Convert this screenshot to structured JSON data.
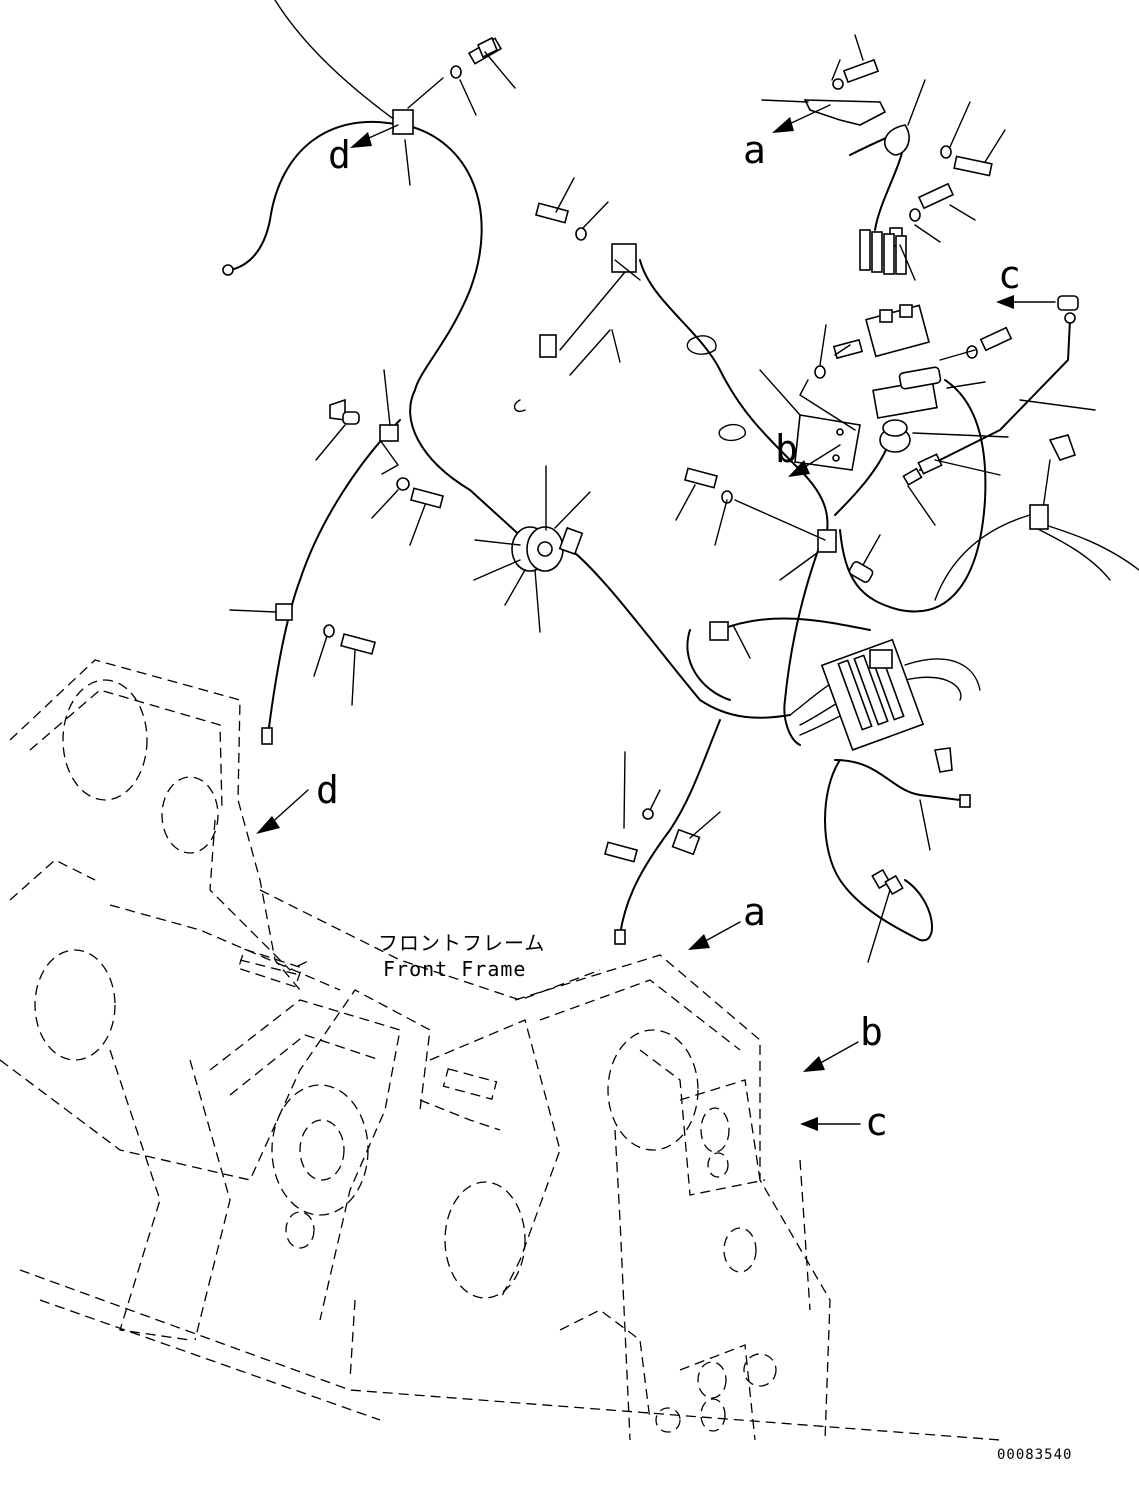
{
  "callouts": {
    "d": "d",
    "a": "a",
    "b": "b",
    "c": "c"
  },
  "frame_label": {
    "jp": "フロントフレーム",
    "en": "Front Frame"
  },
  "doc_number": "00083540"
}
